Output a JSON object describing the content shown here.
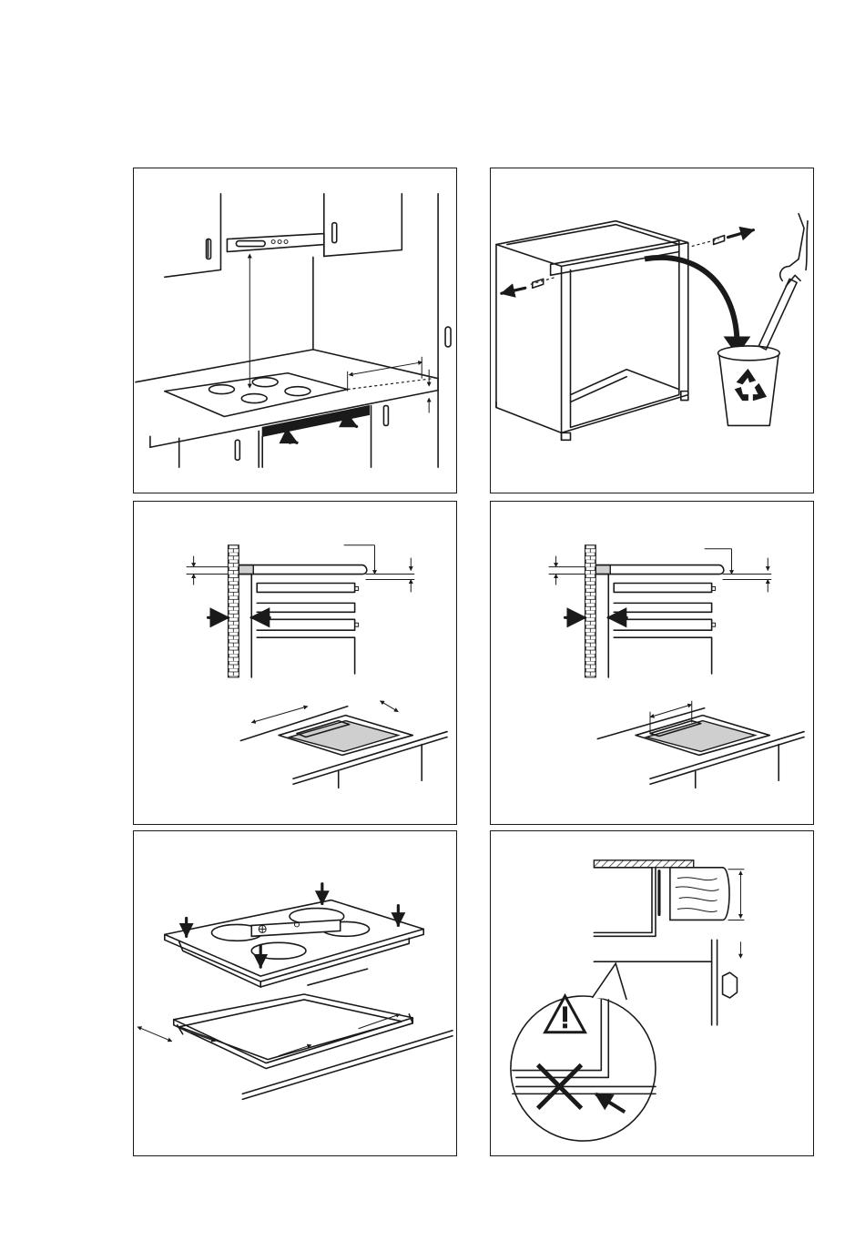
{
  "document": {
    "panels": [
      {
        "id": "p1",
        "description_icon": "cooktop-clearance-icon"
      },
      {
        "id": "p2",
        "description_icon": "cabinet-remove-strip-icon"
      },
      {
        "id": "p3",
        "description_icon": "cutout-dimensions-oven-icon"
      },
      {
        "id": "p4",
        "description_icon": "cutout-dimensions-drawer-icon"
      },
      {
        "id": "p5",
        "description_icon": "hob-insertion-icon"
      },
      {
        "id": "p6",
        "description_icon": "worktop-warning-icon"
      }
    ],
    "colors": {
      "line": "#1a1a1a",
      "fill_gray": "#cfcfcf",
      "background": "#ffffff"
    }
  }
}
